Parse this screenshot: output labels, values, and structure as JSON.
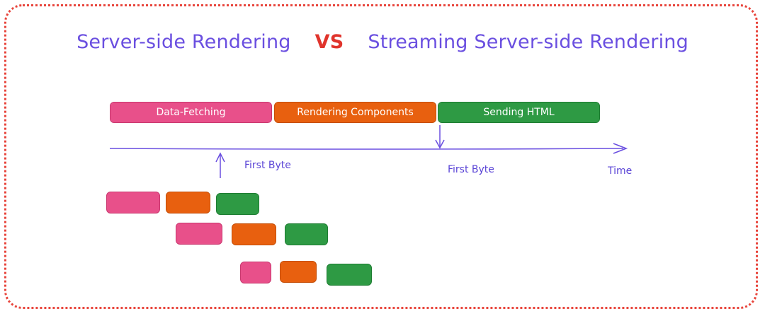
{
  "title": {
    "left": "Server-side Rendering",
    "vs": "VS",
    "right": "Streaming Server-side Rendering"
  },
  "ssr": {
    "stages": [
      "Data-Fetching",
      "Rendering Components",
      "Sending HTML"
    ],
    "first_byte_label": "First Byte",
    "time_label": "Time"
  },
  "streaming": {
    "first_byte_label": "First Byte"
  },
  "colors": {
    "title": "#6a4fe0",
    "vs": "#e0342c",
    "data_fetching": "#e8508a",
    "rendering": "#e8600f",
    "sending": "#2e9a44",
    "axis": "#6a4fe0",
    "border": "#e8453c"
  }
}
